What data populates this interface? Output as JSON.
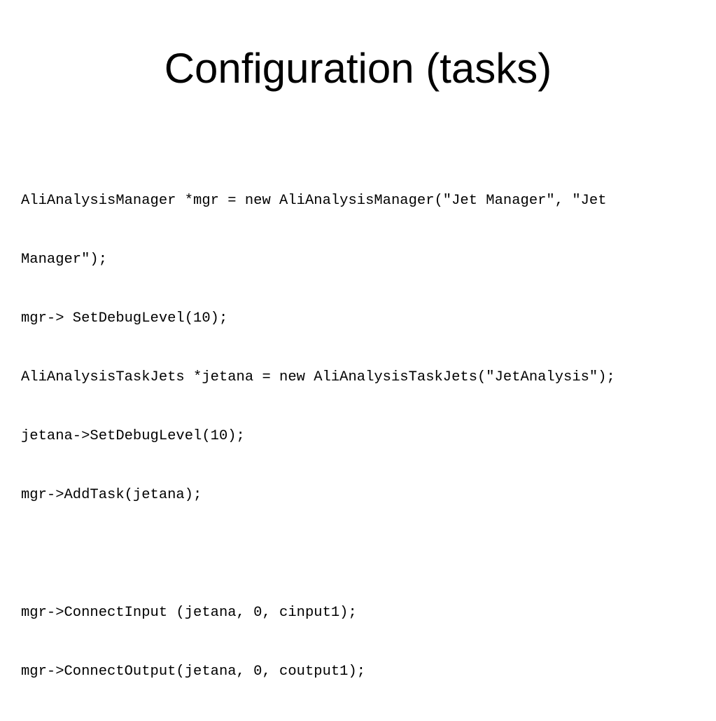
{
  "slide": {
    "title": "Configuration (tasks)",
    "code_lines": [
      "AliAnalysisManager *mgr = new AliAnalysisManager(\"Jet Manager\", \"Jet",
      "Manager\");",
      "mgr-> SetDebugLevel(10);",
      "AliAnalysisTaskJets *jetana = new AliAnalysisTaskJets(\"JetAnalysis\");",
      "jetana->SetDebugLevel(10);",
      "mgr->AddTask(jetana);",
      "",
      "mgr->ConnectInput (jetana, 0, cinput1);",
      "mgr->ConnectOutput(jetana, 0, coutput1);"
    ]
  }
}
